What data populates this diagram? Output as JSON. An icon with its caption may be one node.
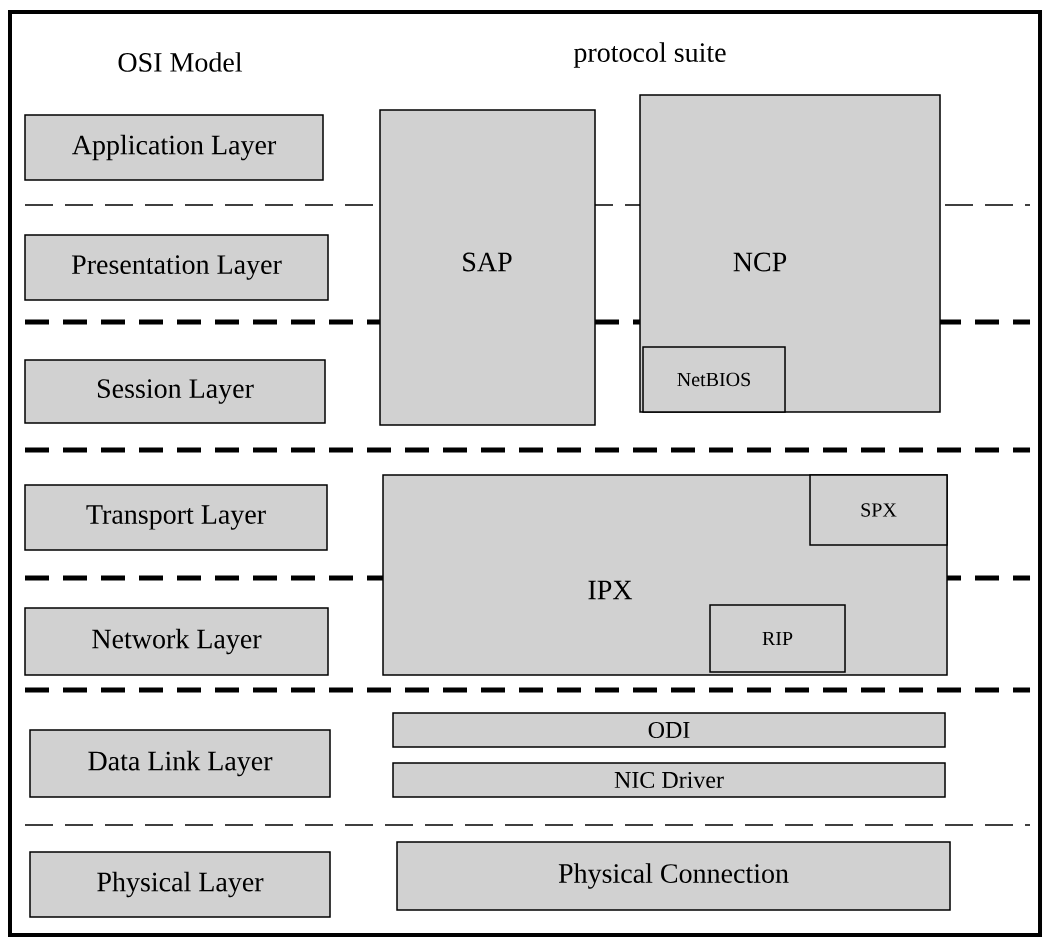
{
  "diagram": {
    "nodes": [
      {
        "text": [
          "Application Layer"
        ]
      },
      {
        "text": [
          "Presentation Layer"
        ]
      },
      {
        "text": [
          "Session Layer"
        ]
      },
      {
        "text": [
          "Transport Layer"
        ]
      },
      {
        "text": [
          "Network Layer"
        ]
      },
      {
        "text": [
          "Data Link Layer"
        ]
      },
      {
        "text": [
          "Physical Layer"
        ]
      },
      {
        "text": [
          "SAP"
        ]
      },
      {
        "text": [
          "NCP"
        ]
      },
      {
        "text": [
          "NetBIOS"
        ],
        "in": 8
      },
      {
        "text": [
          "IPX"
        ]
      },
      {
        "text": [
          "SPX"
        ],
        "in": 10
      },
      {
        "text": [
          "RIP"
        ],
        "in": 10
      },
      {
        "text": [
          "ODI"
        ]
      },
      {
        "text": [
          "NIC Driver"
        ]
      },
      {
        "text": [
          "Physical Connection"
        ]
      }
    ],
    "labels": [
      "OSI Model",
      "protocol suite"
    ]
  }
}
